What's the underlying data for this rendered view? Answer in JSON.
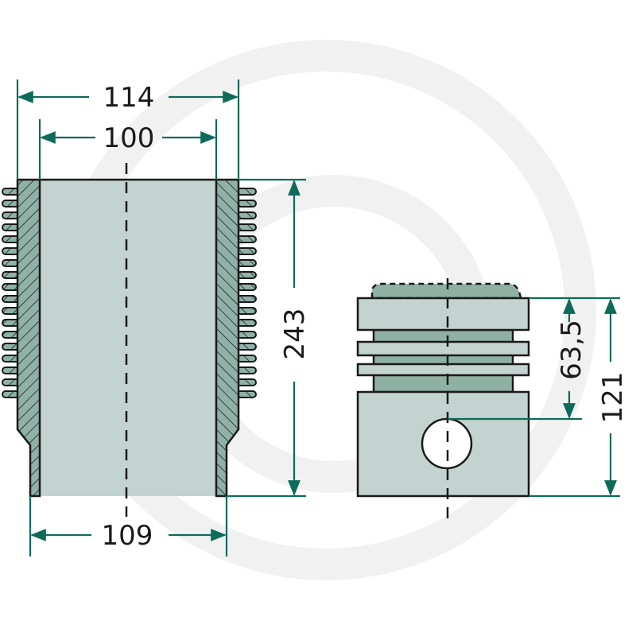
{
  "title": "Cylinder liner and piston dimensions",
  "colors": {
    "dimension_line": "#0e6b5a",
    "body_fill": "#c3d3cf",
    "section_fill": "#8fb1a7",
    "outline": "#1a1a1a",
    "watermark": "#f1f1f1"
  },
  "cylinder": {
    "outer_diameter": "114",
    "bore": "100",
    "bottom_diameter": "109",
    "length": "243",
    "fin_count": 18
  },
  "piston": {
    "compression_height": "63,5",
    "total_height": "121"
  }
}
